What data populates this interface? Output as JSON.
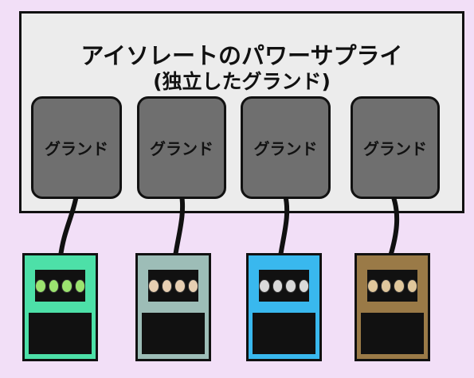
{
  "title": {
    "line1": "アイソレートのパワーサプライ",
    "line2": "(独立したグランド)"
  },
  "grounds": [
    {
      "label": "グランド"
    },
    {
      "label": "グランド"
    },
    {
      "label": "グランド"
    },
    {
      "label": "グランド"
    }
  ],
  "pedals": [
    {
      "body_color": "#4de0a8",
      "led_color": "#9be36f"
    },
    {
      "body_color": "#9dbdb7",
      "led_color": "#e7cfb2"
    },
    {
      "body_color": "#39b8ee",
      "led_color": "#d9d9d9"
    },
    {
      "body_color": "#9a7a47",
      "led_color": "#e0c79c"
    }
  ],
  "colors": {
    "background": "#f2dff7",
    "psu_fill": "#ececec",
    "ground_fill": "#6f6f6f",
    "outline": "#111111"
  }
}
